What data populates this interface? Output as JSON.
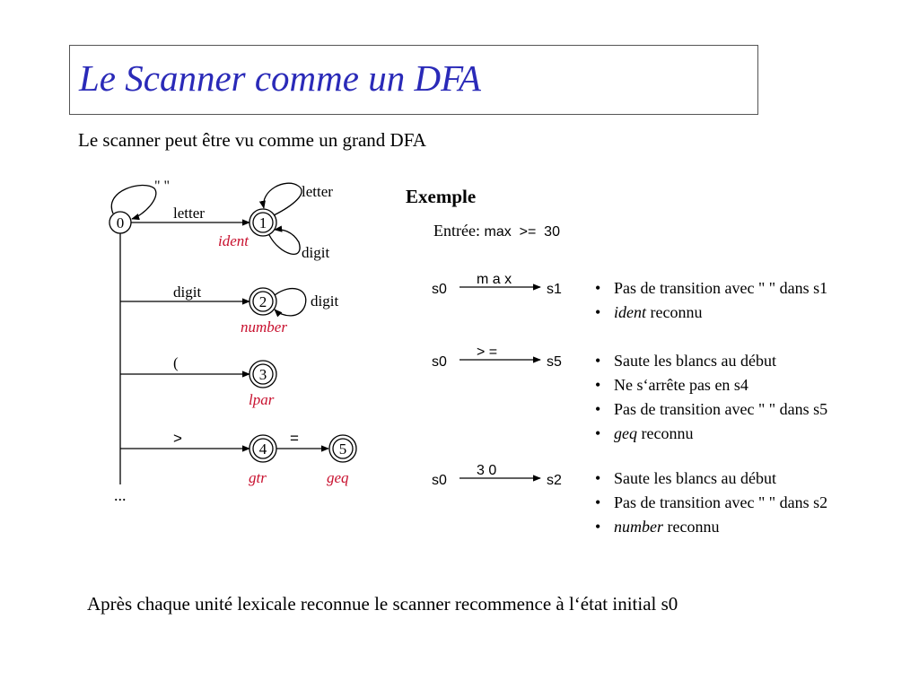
{
  "title": "Le Scanner comme un DFA",
  "subtitle": "Le scanner peut être vu comme un grand DFA",
  "dfa": {
    "states": [
      {
        "id": "0",
        "accepting": false,
        "token": ""
      },
      {
        "id": "1",
        "accepting": true,
        "token": "ident"
      },
      {
        "id": "2",
        "accepting": true,
        "token": "number"
      },
      {
        "id": "3",
        "accepting": true,
        "token": "lpar"
      },
      {
        "id": "4",
        "accepting": true,
        "token": "gtr"
      },
      {
        "id": "5",
        "accepting": true,
        "token": "geq"
      }
    ],
    "transitions": [
      {
        "from": "0",
        "to": "0",
        "label": "\" \""
      },
      {
        "from": "0",
        "to": "1",
        "label": "letter"
      },
      {
        "from": "1",
        "to": "1",
        "label": "letter"
      },
      {
        "from": "1",
        "to": "1",
        "label": "digit"
      },
      {
        "from": "0",
        "to": "2",
        "label": "digit"
      },
      {
        "from": "2",
        "to": "2",
        "label": "digit"
      },
      {
        "from": "0",
        "to": "3",
        "label": "("
      },
      {
        "from": "0",
        "to": "4",
        "label": ">"
      },
      {
        "from": "4",
        "to": "5",
        "label": "="
      }
    ],
    "ellipsis": "..."
  },
  "example": {
    "heading": "Exemple",
    "input_label": "Entrée:",
    "input_value": "max  >=  30",
    "rows": [
      {
        "from": "s0",
        "to": "s1",
        "label": "m a x",
        "bullets": [
          {
            "em": "",
            "text": "Pas de transition avec \" \" dans s1"
          },
          {
            "em": "ident",
            "text": " reconnu"
          }
        ]
      },
      {
        "from": "s0",
        "to": "s5",
        "label": "> =",
        "bullets": [
          {
            "em": "",
            "text": "Saute les blancs au début"
          },
          {
            "em": "",
            "text": "Ne s‘arrête pas en s4"
          },
          {
            "em": "",
            "text": "Pas de transition avec \" \" dans s5"
          },
          {
            "em": "geq",
            "text": " reconnu"
          }
        ]
      },
      {
        "from": "s0",
        "to": "s2",
        "label": "3 0",
        "bullets": [
          {
            "em": "",
            "text": "Saute les blancs au début"
          },
          {
            "em": "",
            "text": "Pas de transition avec \" \" dans s2"
          },
          {
            "em": "number",
            "text": " reconnu"
          }
        ]
      }
    ]
  },
  "footer": "Après chaque unité lexicale reconnue le scanner recommence à l‘état initial s0"
}
